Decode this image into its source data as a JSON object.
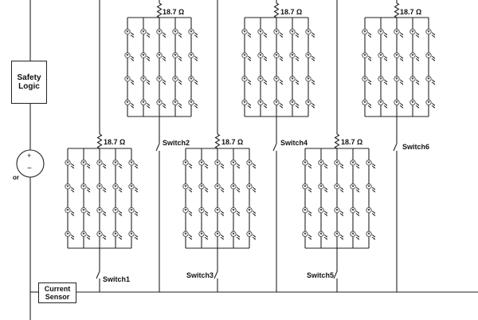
{
  "diagram": {
    "safety_logic": "Safety\nLogic",
    "current_sensor": "Current\nSensor",
    "source_partial_label": "or",
    "plus_sign": "+",
    "minus_sign": "−",
    "resistor_label": "18.7 Ω",
    "switches": [
      "Switch1",
      "Switch2",
      "Switch3",
      "Switch4",
      "Switch5",
      "Switch6"
    ],
    "led_grid": {
      "columns": 5,
      "rows": 4
    }
  }
}
